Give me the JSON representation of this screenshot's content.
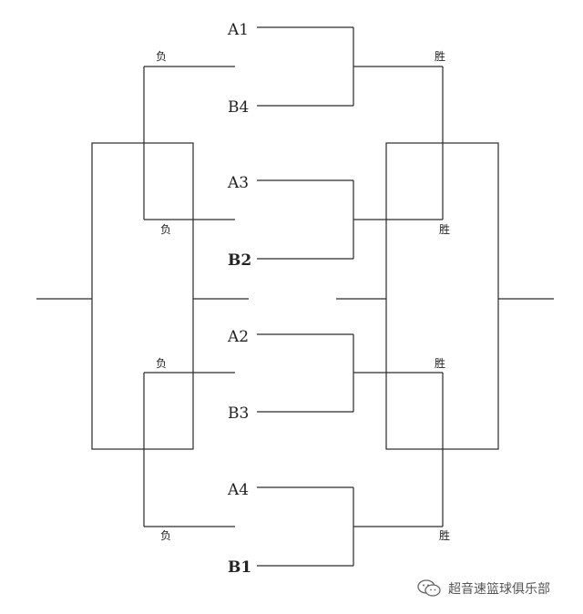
{
  "teams": {
    "a1": "A1",
    "b4": "B4",
    "a3": "A3",
    "b2": "B2",
    "a2": "A2",
    "b3": "B3",
    "a4": "A4",
    "b1": "B1"
  },
  "labels": {
    "lose": "负",
    "win": "胜"
  },
  "watermark": {
    "text": "超音速篮球俱乐部",
    "icon": "wechat-icon"
  },
  "colors": {
    "line": "#2a2a2a",
    "background": "#ffffff"
  }
}
